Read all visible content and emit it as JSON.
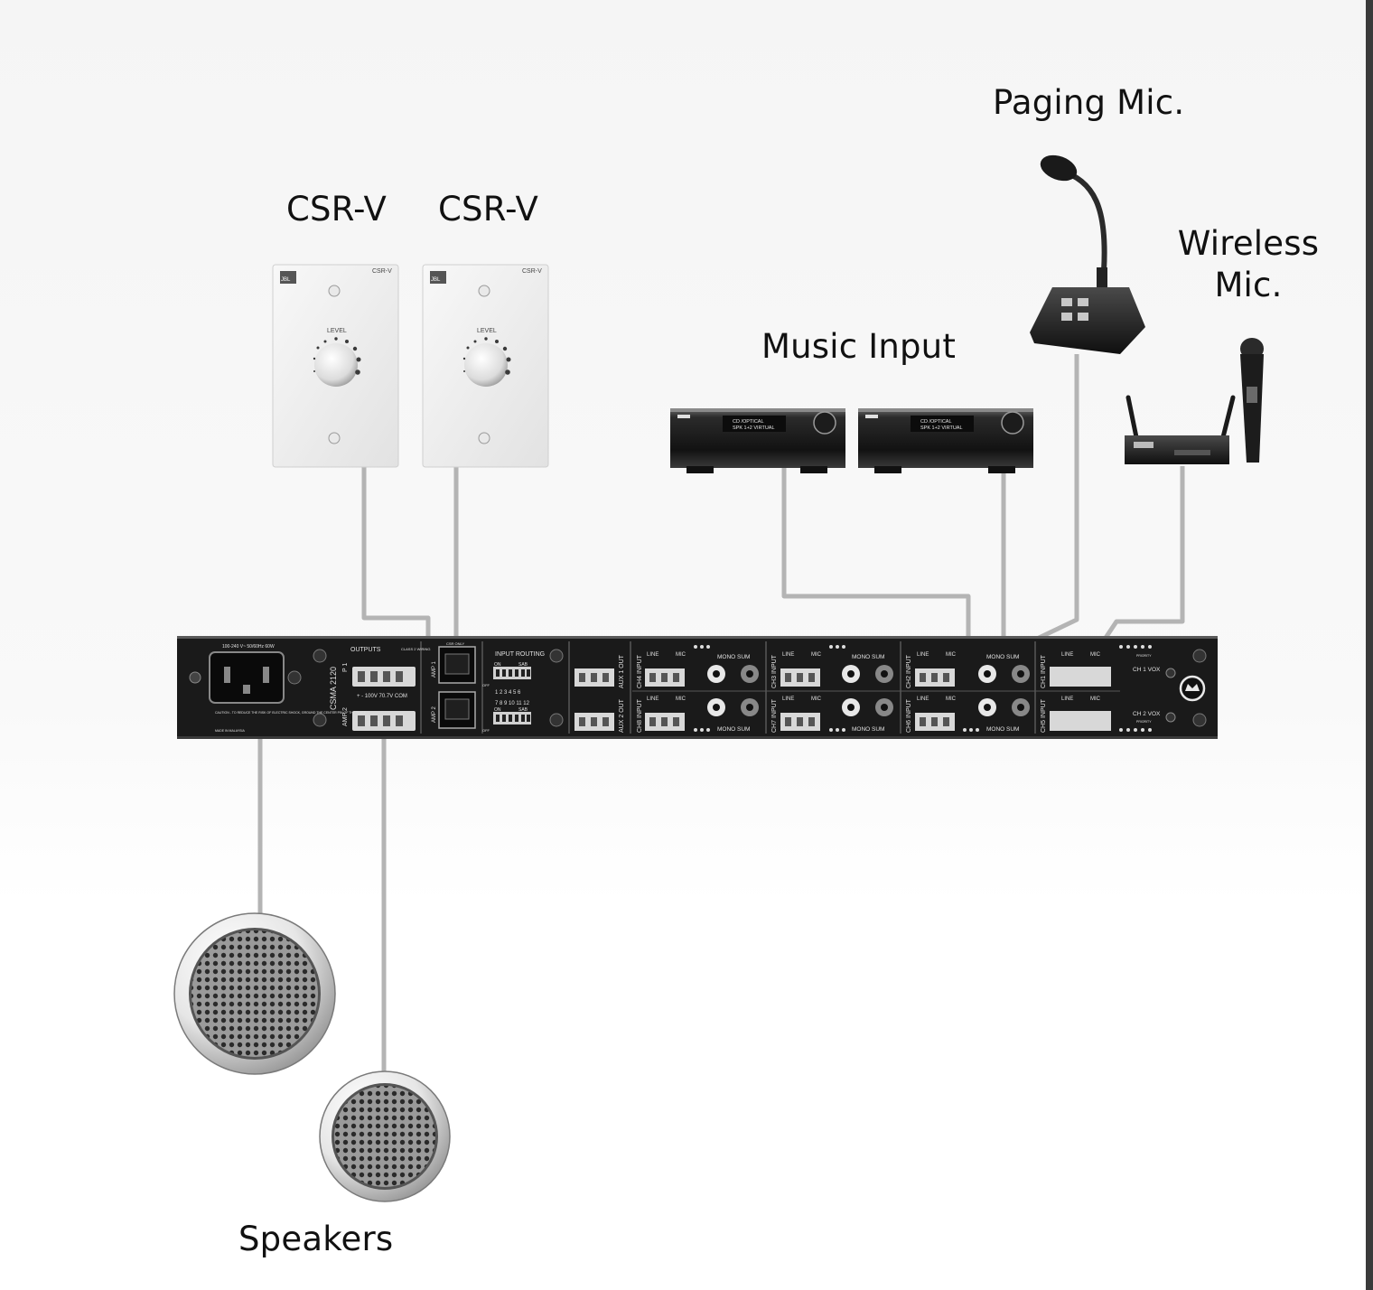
{
  "labels": {
    "csr_left": "CSR-V",
    "csr_right": "CSR-V",
    "music_input": "Music Input",
    "paging_mic": "Paging Mic.",
    "wireless_mic_line1": "Wireless",
    "wireless_mic_line2": "Mic.",
    "speakers": "Speakers"
  },
  "wallplate": {
    "brand": "JBL",
    "model": "CSR-V",
    "knob_label": "LEVEL"
  },
  "source_unit": {
    "display_line1": "CD        /OPTICAL",
    "display_line2": "SPK 1+2 VIRTUAL"
  },
  "amp": {
    "power_rating": "100-240 V~ 50/60Hz   60W",
    "outputs_label": "OUTPUTS",
    "class2_label": "CLASS 2 WIRING",
    "p1_label": "P 1",
    "amp2_label": "AMP 2",
    "model_label": "CSMA 2120",
    "terminal_label": "+  -  100V 70.7V COM",
    "caution_text": "CAUTION - TO REDUCE THE RISK OF ELECTRIC SHOCK, GROUND THE CENTER PIN OF THE PLATE",
    "made_in": "MADE IN MALAYSIA",
    "csr_only": "CSR ONLY",
    "amp1_port": "AMP 1",
    "amp2_port": "AMP 2",
    "routing_label": "INPUT ROUTING",
    "dip_on": "ON",
    "dip_sab": "SAB",
    "dip_off": "OFF",
    "dip_numbers_top": "1 2 3 4 5 6",
    "dip_numbers_bottom": "7 8 9 10 11 12",
    "aux1": "AUX 1 OUT",
    "aux2": "AUX 2 OUT",
    "line": "LINE",
    "mic": "MIC",
    "mono_sum": "MONO SUM",
    "ch1_input": "CH1 INPUT",
    "ch2_input": "CH2 INPUT",
    "ch3_input": "CH3 INPUT",
    "ch4_input": "CH4 INPUT",
    "ch5_input": "CH5 INPUT",
    "ch6_input": "CH6 INPUT",
    "ch7_input": "CH7 INPUT",
    "ch8_input": "CH8 INPUT",
    "ch1_vox": "CH 1 VOX",
    "ch2_vox": "CH 2 VOX",
    "priority": "PRIORITY"
  },
  "colors": {
    "cable": "#b4b4b4",
    "amp_body": "#1a1a1a",
    "label_text": "#111111"
  }
}
